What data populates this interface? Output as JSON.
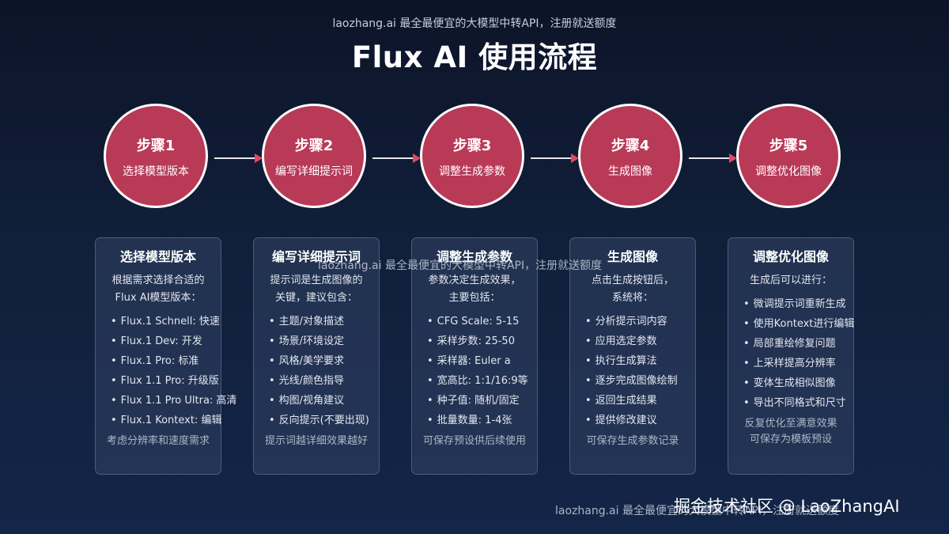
{
  "header": {
    "subtitle": "laozhang.ai 最全最便宜的大模型中转API，注册就送额度",
    "title": "Flux AI 使用流程"
  },
  "steps": [
    {
      "number": "步骤1",
      "name": "选择模型版本",
      "card": {
        "title": "选择模型版本",
        "intro": [
          "根据需求选择合适的",
          "Flux AI模型版本："
        ],
        "items": [
          "Flux.1 Schnell: 快速",
          "Flux.1 Dev: 开发",
          "Flux.1 Pro: 标准",
          "Flux 1.1 Pro: 升级版",
          "Flux 1.1 Pro Ultra: 高清",
          "Flux.1 Kontext: 编辑"
        ],
        "notes": [
          "考虑分辨率和速度需求"
        ]
      }
    },
    {
      "number": "步骤2",
      "name": "编写详细提示词",
      "card": {
        "title": "编写详细提示词",
        "intro": [
          "提示词是生成图像的",
          "关键，建议包含："
        ],
        "items": [
          "主题/对象描述",
          "场景/环境设定",
          "风格/美学要求",
          "光线/颜色指导",
          "构图/视角建议",
          "反向提示(不要出现)"
        ],
        "notes": [
          "提示词越详细效果越好"
        ]
      }
    },
    {
      "number": "步骤3",
      "name": "调整生成参数",
      "card": {
        "title": "调整生成参数",
        "intro": [
          "参数决定生成效果，",
          "主要包括："
        ],
        "items": [
          "CFG Scale: 5-15",
          "采样步数: 25-50",
          "采样器: Euler a",
          "宽高比: 1:1/16:9等",
          "种子值: 随机/固定",
          "批量数量: 1-4张"
        ],
        "notes": [
          "可保存预设供后续使用"
        ]
      }
    },
    {
      "number": "步骤4",
      "name": "生成图像",
      "card": {
        "title": "生成图像",
        "intro": [
          "点击生成按钮后，",
          "系统将："
        ],
        "items": [
          "分析提示词内容",
          "应用选定参数",
          "执行生成算法",
          "逐步完成图像绘制",
          "返回生成结果",
          "提供修改建议"
        ],
        "notes": [
          "可保存生成参数记录"
        ]
      }
    },
    {
      "number": "步骤5",
      "name": "调整优化图像",
      "card": {
        "title": "调整优化图像",
        "intro": [
          "生成后可以进行："
        ],
        "items": [
          "微调提示词重新生成",
          "使用Kontext进行编辑",
          "局部重绘修复问题",
          "上采样提高分辨率",
          "变体生成相似图像",
          "导出不同格式和尺寸"
        ],
        "notes": [
          "反复优化至满意效果",
          "可保存为模板预设"
        ]
      }
    }
  ],
  "watermarks": {
    "middle": "laozhang.ai 最全最便宜的大模型中转API，注册就送额度",
    "bottom": "laozhang.ai 最全最便宜的大模型中转API，注册就送额度",
    "corner": "掘金技术社区 @ LaoZhangAI"
  },
  "colors": {
    "circle_fill": "#b83a57",
    "arrow_head": "#e04a62",
    "background_top": "#0c1428",
    "background_bottom": "#132548"
  }
}
